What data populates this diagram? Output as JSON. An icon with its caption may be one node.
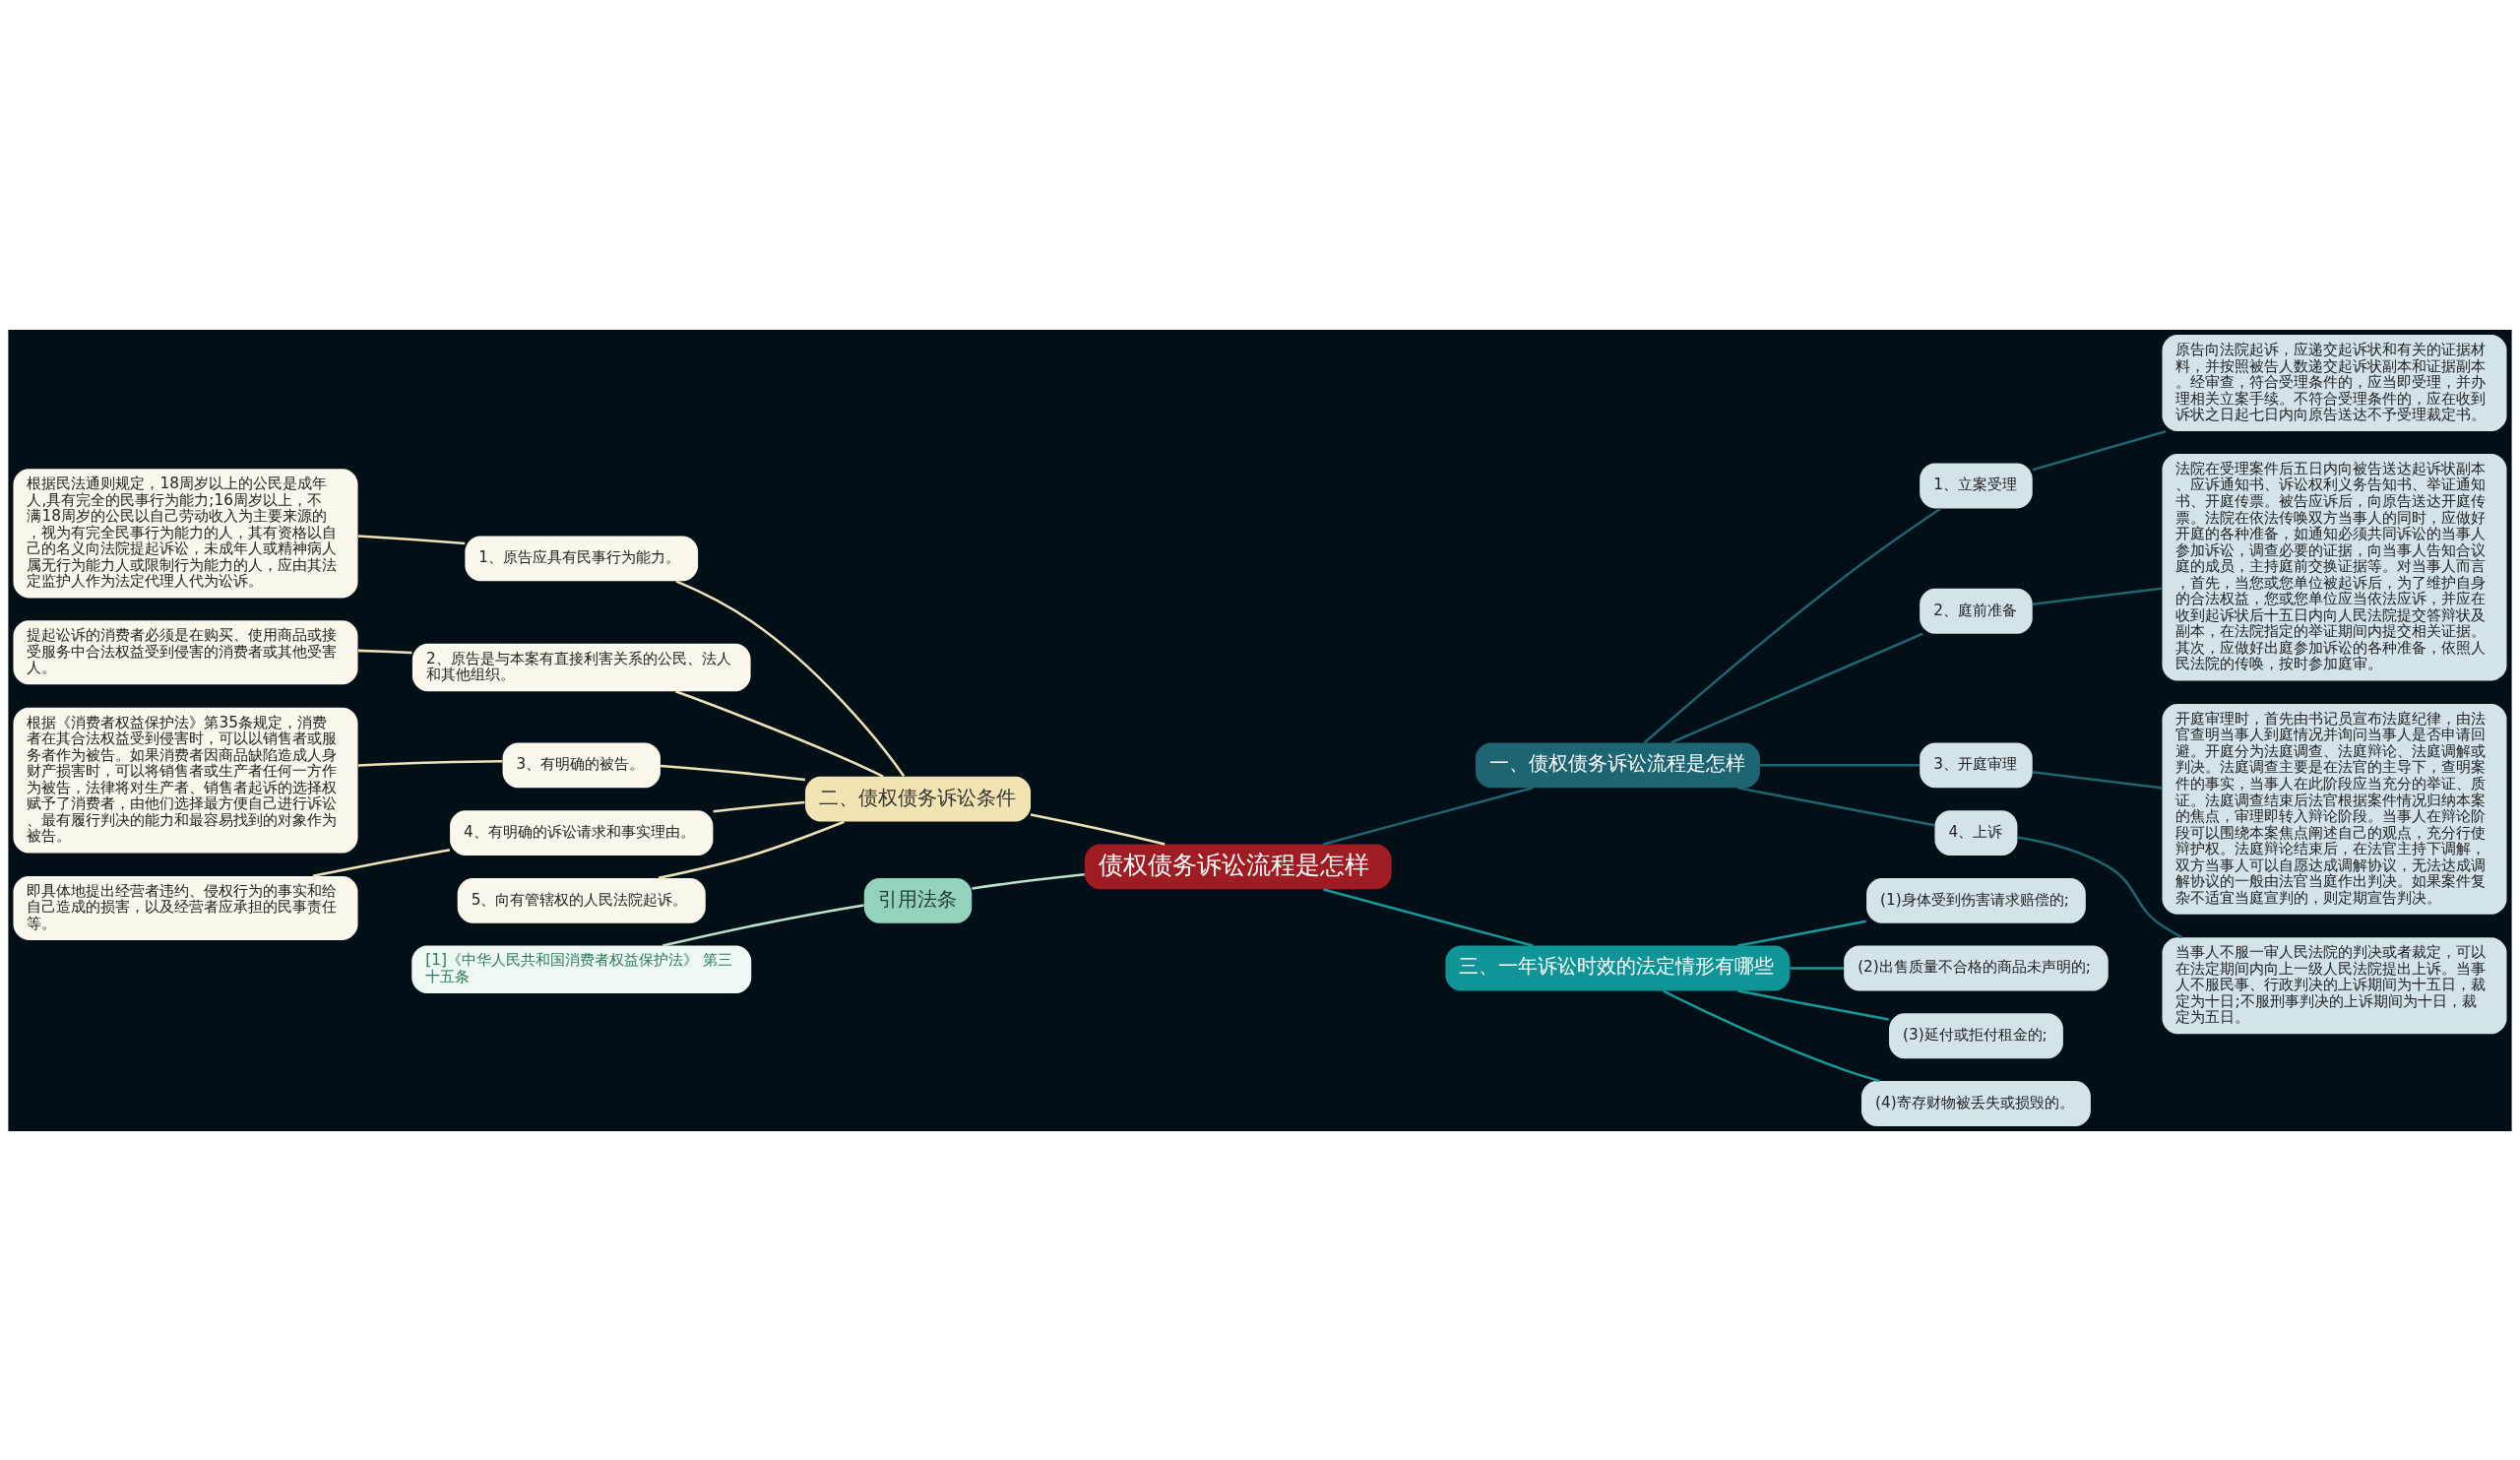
{
  "diagram": {
    "nodes": [
      {
        "text": [
          "债权债务诉讼流程是怎样"
        ]
      },
      {
        "text": [
          "一、债权债务诉讼流程是怎样"
        ]
      },
      {
        "text": [
          "1、立案受理"
        ]
      },
      {
        "text": [
          "原告向法院起诉，应递交起诉状和有关的证据材料，并按照被告人数递交起诉状副本和证据副本。经审查，符合受理条件的，应当即受理，并办理相关立案手续。不符合受理条件的，应在收到诉状之日起七日内向原告送达不予受理裁定书。"
        ]
      },
      {
        "text": [
          "2、庭前准备"
        ]
      },
      {
        "text": [
          "法院在受理案件后五日内向被告送达起诉状副本、应诉通知书、诉讼权利义务告知书、举证通知书、开庭传票。被告应诉后，向原告送达开庭传票。法院在依法传唤双方当事人的同时，应做好开庭的各种准备，如通知必须共同诉讼的当事人参加诉讼，调查必要的证据，向当事人告知合议庭的成员，主持庭前交换证据等。对当事人而言，首先，当您或您单位被起诉后，为了维护自身的合法权益，您或您单位应当依法应诉，并应在收到起诉状后十五日内向人民法院提交答辩状及副本，在法院指定的举证期间内提交相关证据。其次，应做好出庭参加诉讼的各种准备，依照人民法院的传唤，按时参加庭审。"
        ]
      },
      {
        "text": [
          "3、开庭审理"
        ]
      },
      {
        "text": [
          "开庭审理时，首先由书记员宣布法庭纪律，由法官查明当事人到庭情况并询问当事人是否申请回避。开庭分为法庭调查、法庭辩论、法庭调解或判决。法庭调查主要是在法官的主导下，查明案件的事实，当事人在此阶段应当充分的举证、质证。法庭调查结束后法官根据案件情况归纳本案的焦点，审理即转入辩论阶段。当事人在辩论阶段可以围绕本案焦点阐述自己的观点，充分行使辩护权。法庭辩论结束后，在法官主持下调解，双方当事人可以自愿达成调解协议，无法达成调解协议的一般由法官当庭作出判决。如果案件复杂不适宜当庭宣判的，则定期宣告判决。"
        ]
      },
      {
        "text": [
          "4、上诉"
        ]
      },
      {
        "text": [
          "当事人不服一审人民法院的判决或者裁定，可以在法定期间内向上一级人民法院提出上诉。当事人不服民事、行政判决的上诉期间为十五日，裁定为十日;不服刑事判决的上诉期间为十日，裁定为五日。"
        ]
      },
      {
        "text": [
          "二、债权债务诉讼条件"
        ]
      },
      {
        "text": [
          "1、原告应具有民事行为能力。"
        ]
      },
      {
        "text": [
          "根据民法通则规定，18周岁以上的公民是成年人,具有完全的民事行为能力;16周岁以上，不满18周岁的公民以自己劳动收入为主要来源的，视为有完全民事行为能力的人，其有资格以自己的名义向法院提起诉讼，未成年人或精神病人属无行为能力人或限制行为能力的人，应由其法定监护人作为法定代理人代为讼诉。"
        ]
      },
      {
        "text": [
          "2、原告是与本案有直接利害关系的公民、法人和其他组织。"
        ]
      },
      {
        "text": [
          "提起讼诉的消费者必须是在购买、使用商品或接受服务中合法权益受到侵害的消费者或其他受害人。"
        ]
      },
      {
        "text": [
          "3、有明确的被告。"
        ]
      },
      {
        "text": [
          "根据《消费者权益保护法》第35条规定，消费者在其合法权益受到侵害时，可以以销售者或服务者作为被告。如果消费者因商品缺陷造成人身财产损害时，可以将销售者或生产者任何一方作为被告，法律将对生产者、销售者起诉的选择权赋予了消费者，由他们选择最方便自己进行诉讼、最有履行判决的能力和最容易找到的对象作为被告。"
        ]
      },
      {
        "text": [
          "4、有明确的诉讼请求和事实理由。"
        ]
      },
      {
        "text": [
          "即具体地提出经营者违约、侵权行为的事实和给自己造成的损害，以及经营者应承担的民事责任等。"
        ]
      },
      {
        "text": [
          "5、向有管辖权的人民法院起诉。"
        ]
      },
      {
        "text": [
          "引用法条"
        ]
      },
      {
        "text": [
          "[1]《中华人民共和国消费者权益保护法》 第三十五条"
        ]
      },
      {
        "text": [
          "三、一年诉讼时效的法定情形有哪些"
        ]
      },
      {
        "text": [
          "(1)身体受到伤害请求赔偿的;"
        ]
      },
      {
        "text": [
          "(2)出售质量不合格的商品未声明的;"
        ]
      },
      {
        "text": [
          "(3)延付或拒付租金的;"
        ]
      },
      {
        "text": [
          "(4)寄存财物被丢失或损毁的。"
        ]
      }
    ],
    "edges": [
      {
        "from": 0,
        "to": 1,
        "arrow": "none",
        "color": "#1f6570"
      },
      {
        "from": 1,
        "to": 2,
        "arrow": "none",
        "color": "#1f6570"
      },
      {
        "from": 2,
        "to": 3,
        "arrow": "none",
        "color": "#1f6570"
      },
      {
        "from": 1,
        "to": 4,
        "arrow": "none",
        "color": "#1f6570"
      },
      {
        "from": 4,
        "to": 5,
        "arrow": "none",
        "color": "#1f6570"
      },
      {
        "from": 1,
        "to": 6,
        "arrow": "none",
        "color": "#1f6570"
      },
      {
        "from": 6,
        "to": 7,
        "arrow": "none",
        "color": "#1f6570"
      },
      {
        "from": 1,
        "to": 8,
        "arrow": "none",
        "color": "#1f6570"
      },
      {
        "from": 8,
        "to": 9,
        "arrow": "none",
        "color": "#1f6570"
      },
      {
        "from": 0,
        "to": 10,
        "arrow": "none",
        "color": "#f0e2b6"
      },
      {
        "from": 10,
        "to": 11,
        "arrow": "none",
        "color": "#f0e2b6"
      },
      {
        "from": 11,
        "to": 12,
        "arrow": "none",
        "color": "#f0e2b6"
      },
      {
        "from": 10,
        "to": 13,
        "arrow": "none",
        "color": "#f0e2b6"
      },
      {
        "from": 13,
        "to": 14,
        "arrow": "none",
        "color": "#f0e2b6"
      },
      {
        "from": 10,
        "to": 15,
        "arrow": "none",
        "color": "#f0e2b6"
      },
      {
        "from": 15,
        "to": 16,
        "arrow": "none",
        "color": "#f0e2b6"
      },
      {
        "from": 10,
        "to": 17,
        "arrow": "none",
        "color": "#f0e2b6"
      },
      {
        "from": 17,
        "to": 18,
        "arrow": "none",
        "color": "#f0e2b6"
      },
      {
        "from": 10,
        "to": 19,
        "arrow": "none",
        "color": "#f0e2b6"
      },
      {
        "from": 0,
        "to": 20,
        "arrow": "none",
        "color": "#b9e3cf"
      },
      {
        "from": 20,
        "to": 21,
        "arrow": "none",
        "color": "#b9e3cf"
      },
      {
        "from": 0,
        "to": 22,
        "arrow": "none",
        "color": "#16999a"
      },
      {
        "from": 22,
        "to": 23,
        "arrow": "none",
        "color": "#16999a"
      },
      {
        "from": 22,
        "to": 24,
        "arrow": "none",
        "color": "#16999a"
      },
      {
        "from": 22,
        "to": 25,
        "arrow": "none",
        "color": "#16999a"
      },
      {
        "from": 22,
        "to": 26,
        "arrow": "none",
        "color": "#16999a"
      }
    ]
  }
}
